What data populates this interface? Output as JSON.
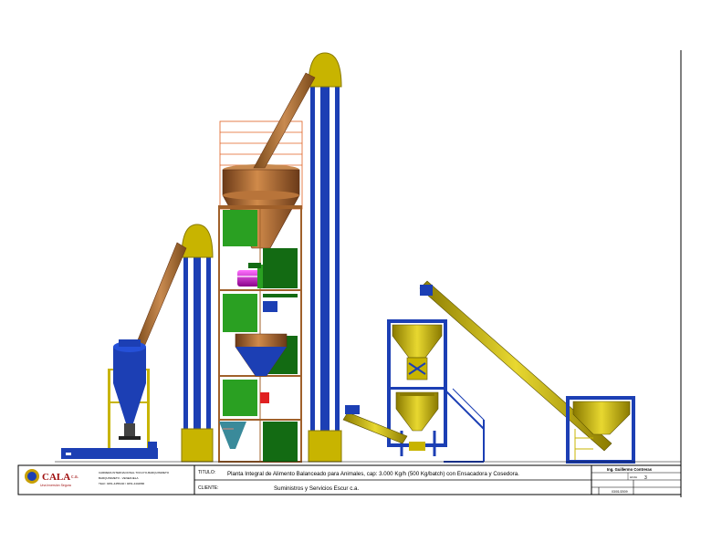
{
  "company": {
    "logo_text": "CALA",
    "logo_suffix": "c.a.",
    "tagline": "Una Inversión Segura",
    "address_line1": "CARRERA INTERNACIONAL TOCUYO-BARQUISIMETO",
    "address_line2": "BARQUISIMETO - VENEZUELA",
    "address_line3": "TELF: 0251-4455440 / 0251-4442890"
  },
  "title_block": {
    "titulo_label": "TITULO:",
    "titulo_value": "Planta Integral de Alimento Balanceado para Animales, cap: 3.000 Kg/h (500 Kg/batch) con Ensacadora y Cosedora.",
    "cliente_label": "CLIENTE:",
    "cliente_value": "Suministros y Servicios Escur c.a.",
    "engineer": "Ing. Guillermo Contreras",
    "sheet_label": "HOJA",
    "sheet_value": "3",
    "date_value": "03/01/2009"
  },
  "colors": {
    "blue": "#1c3fb4",
    "yellow": "#c8b400",
    "brown": "#a0602a",
    "green": "#2aa022",
    "dark_green": "#136b13",
    "magenta": "#c020c0",
    "red": "#e02020",
    "orange_outline": "#e06020"
  }
}
